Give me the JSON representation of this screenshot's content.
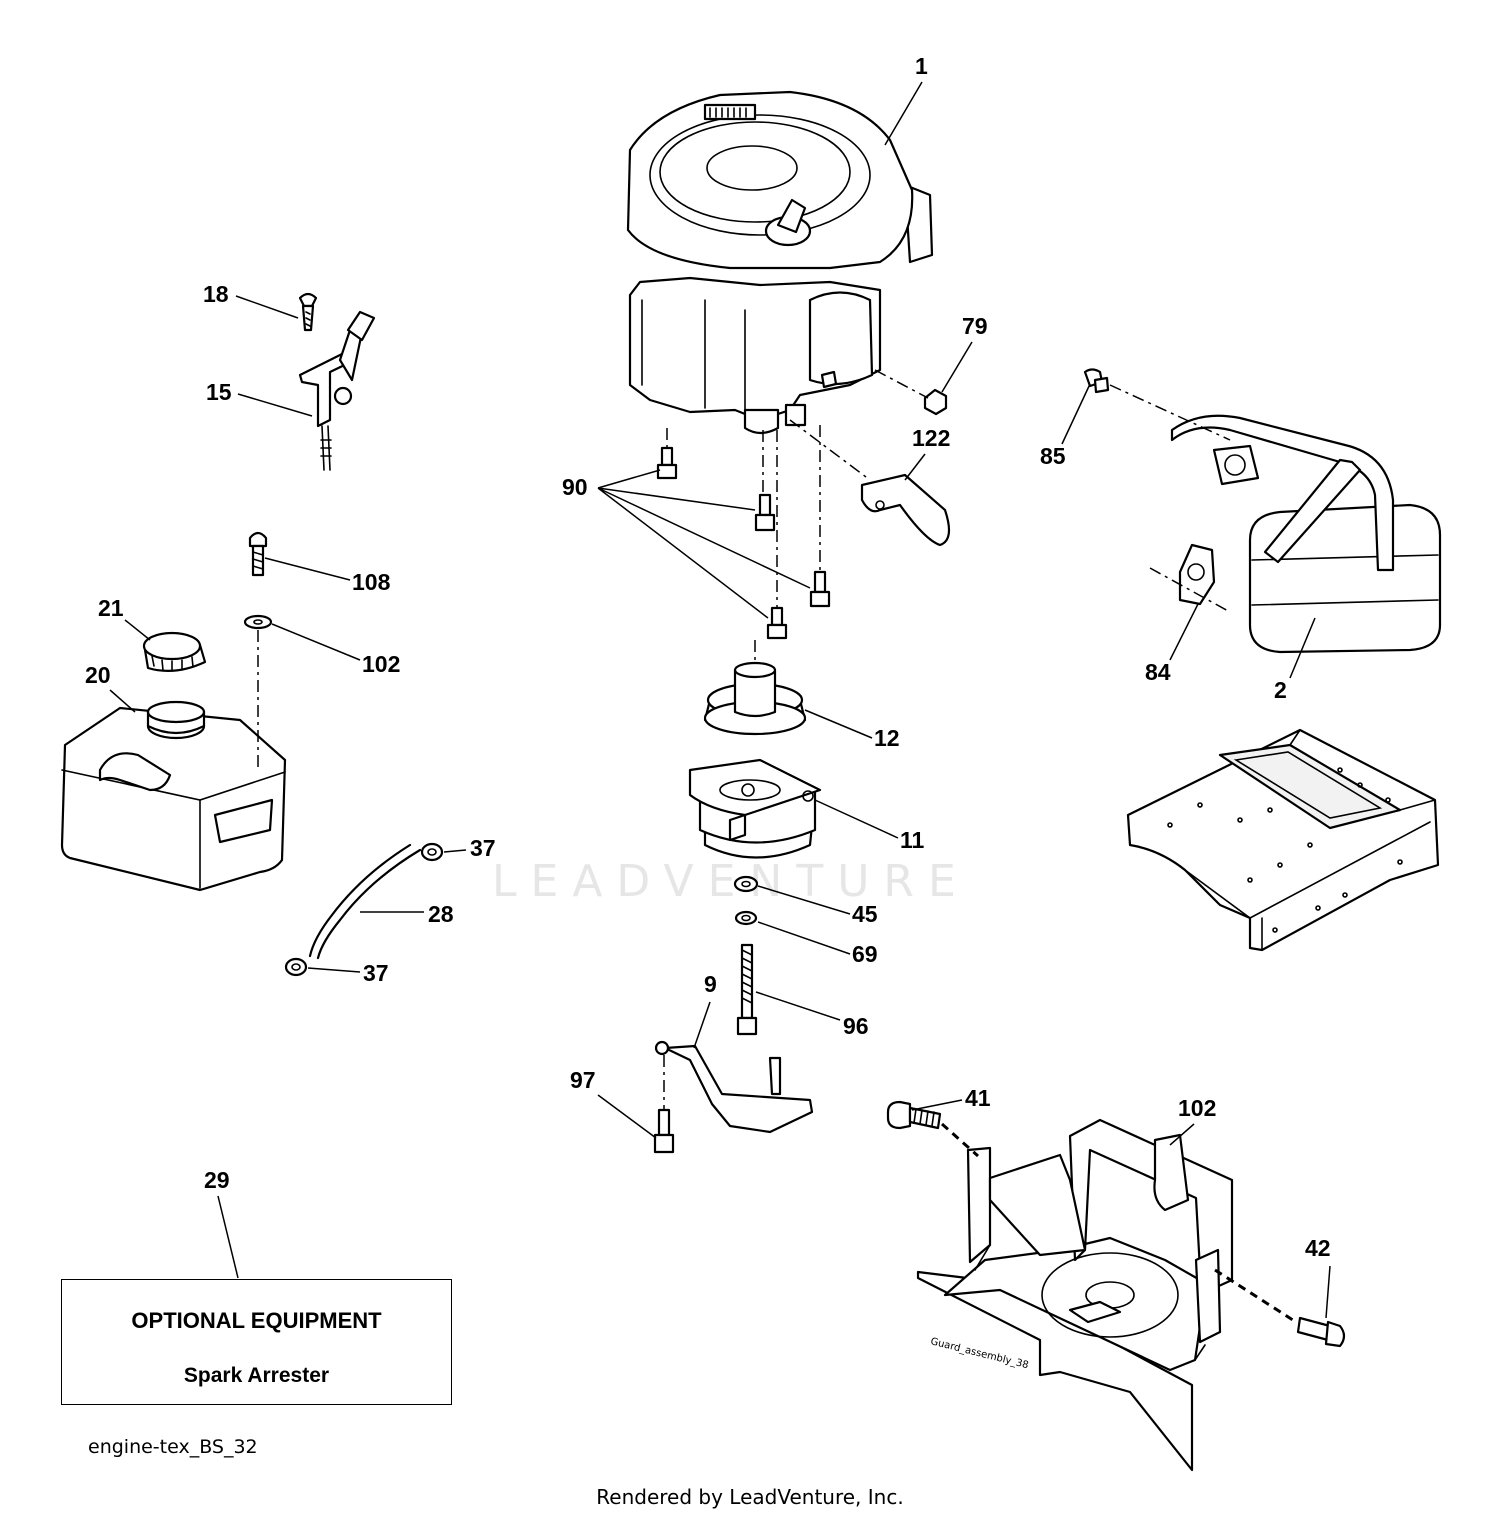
{
  "diagram": {
    "callouts": [
      {
        "id": "1",
        "text": "1"
      },
      {
        "id": "2",
        "text": "2"
      },
      {
        "id": "9",
        "text": "9"
      },
      {
        "id": "11",
        "text": "11"
      },
      {
        "id": "12",
        "text": "12"
      },
      {
        "id": "15",
        "text": "15"
      },
      {
        "id": "18",
        "text": "18"
      },
      {
        "id": "20",
        "text": "20"
      },
      {
        "id": "21",
        "text": "21"
      },
      {
        "id": "28",
        "text": "28"
      },
      {
        "id": "29",
        "text": "29"
      },
      {
        "id": "37a",
        "text": "37"
      },
      {
        "id": "37b",
        "text": "37"
      },
      {
        "id": "41",
        "text": "41"
      },
      {
        "id": "42",
        "text": "42"
      },
      {
        "id": "45",
        "text": "45"
      },
      {
        "id": "69",
        "text": "69"
      },
      {
        "id": "79",
        "text": "79"
      },
      {
        "id": "84",
        "text": "84"
      },
      {
        "id": "85",
        "text": "85"
      },
      {
        "id": "90",
        "text": "90"
      },
      {
        "id": "96",
        "text": "96"
      },
      {
        "id": "97",
        "text": "97"
      },
      {
        "id": "102a",
        "text": "102"
      },
      {
        "id": "102b",
        "text": "102"
      },
      {
        "id": "108",
        "text": "108"
      },
      {
        "id": "122",
        "text": "122"
      }
    ],
    "guard_label": "Guard_assembly_38",
    "watermark": "LEADVENTURE"
  },
  "optional_box": {
    "title": "OPTIONAL EQUIPMENT",
    "subtitle": "Spark Arrester"
  },
  "drawing_code": "engine-tex_BS_32",
  "render_credit": "Rendered by LeadVenture, Inc."
}
